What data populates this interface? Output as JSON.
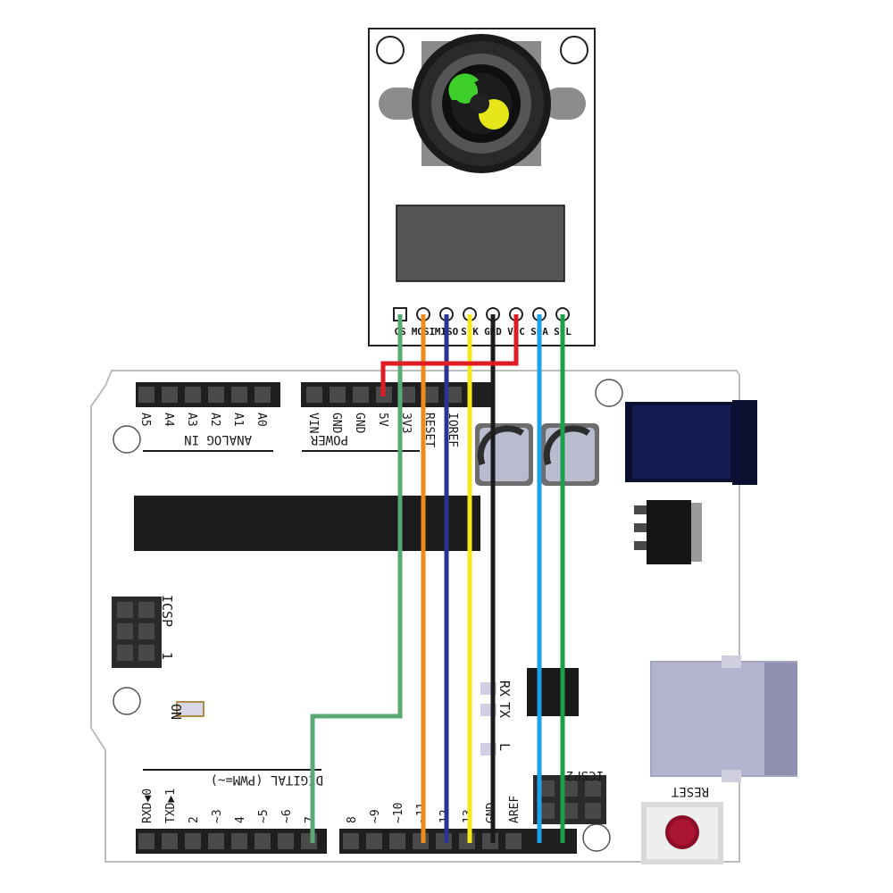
{
  "camera": {
    "pins": [
      "CS",
      "MOSI",
      "MISO",
      "SCK",
      "GND",
      "VCC",
      "SDA",
      "SCL"
    ]
  },
  "board": {
    "analog_header": {
      "pins": [
        "A5",
        "A4",
        "A3",
        "A2",
        "A1",
        "A0"
      ],
      "section_label": "ANALOG IN"
    },
    "power_header": {
      "pins": [
        "VIN",
        "GND",
        "GND",
        "5V",
        "3V3",
        "RESET",
        "IOREF"
      ],
      "section_label": "POWER"
    },
    "icsp_label": "ICSP",
    "icsp_pin1": "1",
    "icsp2_label": "ICSP2",
    "on_led_label": "ON",
    "rx_label": "RX",
    "tx_label": "TX",
    "l_label": "L",
    "reset_button_label": "RESET",
    "digital_low": {
      "pins": [
        "RXD◀0",
        "TXD▶1",
        "2",
        "~3",
        "4",
        "~5",
        "~6",
        "7"
      ],
      "section_label": "DIGITAL (PWM=~)"
    },
    "digital_high": {
      "pins": [
        "8",
        "~9",
        "~10",
        "~11",
        "12",
        "13",
        "GND",
        "AREF"
      ]
    }
  },
  "wire_colors": {
    "CS": "#5aa874",
    "MOSI": "#f08a1c",
    "MISO": "#2b3590",
    "SCK": "#f7e818",
    "GND": "#1b1b1b",
    "VCC": "#e01b24",
    "SDA": "#1aa3e8",
    "SCL": "#1aa04a"
  }
}
